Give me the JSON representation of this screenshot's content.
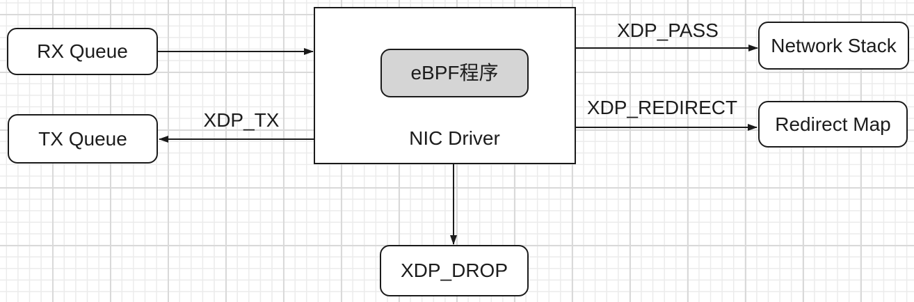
{
  "diagram": {
    "nodes": {
      "rx_queue": {
        "label": "RX Queue"
      },
      "tx_queue": {
        "label": "TX Queue"
      },
      "nic_driver": {
        "label": "NIC Driver"
      },
      "ebpf_program": {
        "label": "eBPF程序"
      },
      "network_stack": {
        "label": "Network Stack"
      },
      "redirect_map": {
        "label": "Redirect Map"
      },
      "xdp_drop": {
        "label": "XDP_DROP"
      }
    },
    "edges": [
      {
        "from": "RX Queue",
        "to": "NIC Driver",
        "label": ""
      },
      {
        "from": "NIC Driver",
        "to": "TX Queue",
        "label": "XDP_TX"
      },
      {
        "from": "NIC Driver",
        "to": "Network Stack",
        "label": "XDP_PASS"
      },
      {
        "from": "NIC Driver",
        "to": "Redirect Map",
        "label": "XDP_REDIRECT"
      },
      {
        "from": "NIC Driver",
        "to": "XDP_DROP",
        "label": ""
      }
    ],
    "colors": {
      "background": "#ffffff",
      "grid_minor": "#ebebeb",
      "grid_major": "#d9d9d9",
      "node_fill": "#ffffff",
      "ebpf_fill": "#d5d5d5",
      "stroke": "#1a1a1a",
      "text": "#1c1c1c"
    }
  }
}
